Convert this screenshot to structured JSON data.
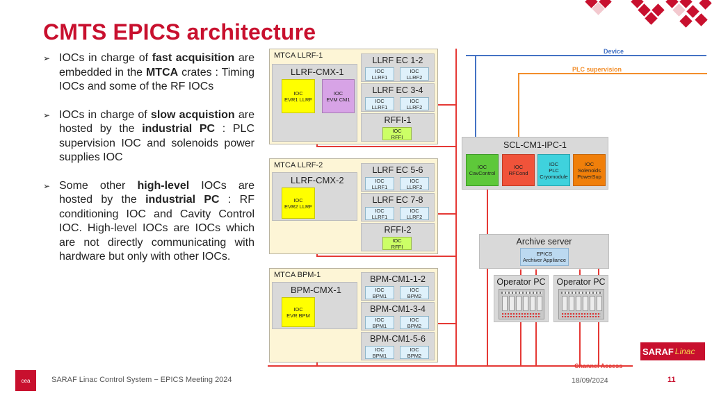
{
  "title": "CMTS EPICS architecture",
  "bullets": [
    {
      "parts": [
        "IOCs in charge of ",
        "fast acquisition",
        " are embedded in the ",
        "MTCA",
        " crates : Timing IOCs and some of the RF IOCs"
      ]
    },
    {
      "parts": [
        "IOCs in charge of ",
        "slow acquistion",
        " are hosted by the ",
        "industrial PC",
        " : PLC supervision IOC and solenoids power supplies IOC"
      ]
    },
    {
      "parts": [
        "Some other ",
        "high-level",
        " IOCs are hosted by the ",
        "industrial PC",
        " : RF conditioning IOC and Cavity Control IOC. High-level IOCs are IOCs which are not directly communicating with hardware but only with other IOCs."
      ]
    }
  ],
  "diagram": {
    "legend": {
      "device": "Device",
      "plc": "PLC supervision",
      "channel_access": "Channel Access"
    },
    "crates": [
      {
        "title": "MTCA LLRF-1",
        "cmx": {
          "title": "LLRF-CMX-1",
          "iocs": [
            [
              "IOC",
              "EVR1 LLRF"
            ],
            [
              "IOC",
              "EVM CM1"
            ]
          ]
        },
        "ecs": [
          {
            "title": "LLRF EC 1-2",
            "iocs": [
              [
                "IOC",
                "LLRF1"
              ],
              [
                "IOC",
                "LLRF2"
              ]
            ]
          },
          {
            "title": "LLRF EC 3-4",
            "iocs": [
              [
                "IOC",
                "LLRF1"
              ],
              [
                "IOC",
                "LLRF2"
              ]
            ]
          },
          {
            "title": "RFFI-1",
            "iocs": [
              [
                "IOC",
                "RFFI"
              ]
            ]
          }
        ]
      },
      {
        "title": "MTCA LLRF-2",
        "cmx": {
          "title": "LLRF-CMX-2",
          "iocs": [
            [
              "IOC",
              "EVR2 LLRF"
            ]
          ]
        },
        "ecs": [
          {
            "title": "LLRF EC 5-6",
            "iocs": [
              [
                "IOC",
                "LLRF1"
              ],
              [
                "IOC",
                "LLRF2"
              ]
            ]
          },
          {
            "title": "LLRF EC 7-8",
            "iocs": [
              [
                "IOC",
                "LLRF1"
              ],
              [
                "IOC",
                "LLRF2"
              ]
            ]
          },
          {
            "title": "RFFI-2",
            "iocs": [
              [
                "IOC",
                "RFFI"
              ]
            ]
          }
        ]
      },
      {
        "title": "MTCA BPM-1",
        "cmx": {
          "title": "BPM-CMX-1",
          "iocs": [
            [
              "IOC",
              "EVR BPM"
            ]
          ]
        },
        "ecs": [
          {
            "title": "BPM-CM1-1-2",
            "iocs": [
              [
                "IOC",
                "BPM1"
              ],
              [
                "IOC",
                "BPM2"
              ]
            ]
          },
          {
            "title": "BPM-CM1-3-4",
            "iocs": [
              [
                "IOC",
                "BPM1"
              ],
              [
                "IOC",
                "BPM2"
              ]
            ]
          },
          {
            "title": "BPM-CM1-5-6",
            "iocs": [
              [
                "IOC",
                "BPM1"
              ],
              [
                "IOC",
                "BPM2"
              ]
            ]
          }
        ]
      }
    ],
    "ipc": {
      "title": "SCL-CM1-IPC-1",
      "iocs": [
        [
          "IOC",
          "CavControl"
        ],
        [
          "IOC",
          "RFCond"
        ],
        [
          "IOC",
          "PLC",
          "Cryomodule"
        ],
        [
          "IOC",
          "Solenoids",
          "PowerSup"
        ]
      ]
    },
    "archive": {
      "title": "Archive server",
      "ioc": [
        "EPICS",
        "Archiver Appliance"
      ]
    },
    "operators": [
      "Operator PC",
      "Operator PC"
    ]
  },
  "footer": {
    "text": "SARAF Linac Control System − EPICS Meeting 2024",
    "date": "18/09/2024",
    "page": "11"
  },
  "logos": {
    "cea": "cea",
    "saraf": "SARAF",
    "linac": "Linac"
  },
  "colors": {
    "accent": "#c8102e",
    "channel_access": "#e53935",
    "device": "#4472c4",
    "plc": "#f28e2b"
  }
}
